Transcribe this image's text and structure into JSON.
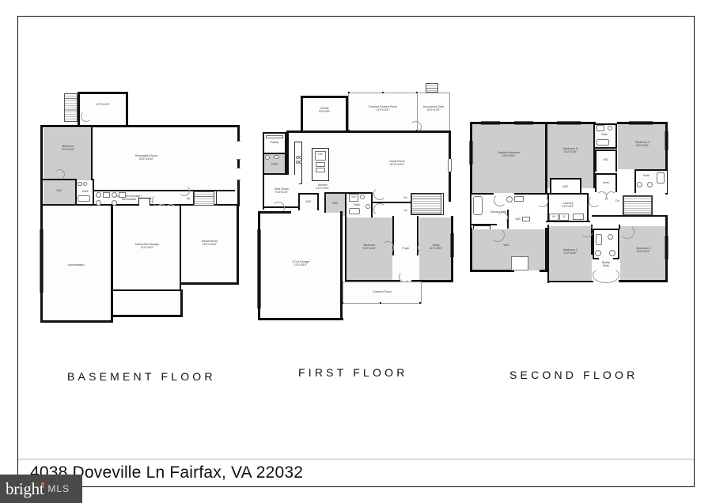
{
  "document": {
    "address": "4038 Doveville Ln Fairfax, VA 22032",
    "watermark": {
      "brand": "bright",
      "suffix": "MLS"
    },
    "type": "floor-plan-sheet"
  },
  "floors": [
    {
      "id": "basement",
      "title": "BASEMENT FLOOR",
      "rooms": [
        {
          "name": "",
          "dim": "12'0\"x10'0\""
        },
        {
          "name": "Bedroom",
          "dim": "12'6\"x15'0\""
        },
        {
          "name": "Recreation Room",
          "dim": "43'5\"x18'10\""
        },
        {
          "name": "WIC",
          "dim": ""
        },
        {
          "name": "Bath",
          "dim": ""
        },
        {
          "name": "Unfinished Storage / Mechanical",
          "dim": ""
        },
        {
          "name": "Up",
          "dim": ""
        },
        {
          "name": "Unexcavated",
          "dim": ""
        },
        {
          "name": "Unfinished Storage",
          "dim": "14'0\"x18'2\""
        },
        {
          "name": "Media Room",
          "dim": "21'0\"x15'10\""
        }
      ]
    },
    {
      "id": "first",
      "title": "FIRST FLOOR",
      "rooms": [
        {
          "name": "Dinette",
          "dim": "13'0\"x9'6\""
        },
        {
          "name": "Covered Screen Porch",
          "dim": "21'6\"x12'0\""
        },
        {
          "name": "Uncovered Deck",
          "dim": "10'0\"x12'0\""
        },
        {
          "name": "Pantry",
          "dim": ""
        },
        {
          "name": "PDR",
          "dim": ""
        },
        {
          "name": "Great Room",
          "dim": "34'10\"x19'4\""
        },
        {
          "name": "Kitchen",
          "dim": "12'2\"x19'4\""
        },
        {
          "name": "Mud Room",
          "dim": "9'10\"x12'6\""
        },
        {
          "name": "WIC",
          "dim": ""
        },
        {
          "name": "WIC",
          "dim": ""
        },
        {
          "name": "Bath",
          "dim": ""
        },
        {
          "name": "Shr",
          "dim": ""
        },
        {
          "name": "Ref",
          "dim": ""
        },
        {
          "name": "Dw",
          "dim": ""
        },
        {
          "name": "Dn",
          "dim": ""
        },
        {
          "name": "Up",
          "dim": ""
        },
        {
          "name": "Bedroom",
          "dim": "14'0\"x16'2\""
        },
        {
          "name": "Foyer",
          "dim": ""
        },
        {
          "name": "Study",
          "dim": "14'0\"x18'2\""
        },
        {
          "name": "3 Car Garage",
          "dim": "21'0\"x31'0\""
        },
        {
          "name": "Covered Porch",
          "dim": ""
        }
      ]
    },
    {
      "id": "second",
      "title": "SECOND FLOOR",
      "rooms": [
        {
          "name": "Owners Bedroom",
          "dim": "22'0\"x19'6\""
        },
        {
          "name": "Bedroom 5",
          "dim": "13'2\"x14'0\""
        },
        {
          "name": "Bedroom 4",
          "dim": "15'0\"x14'0\""
        },
        {
          "name": "Bath",
          "dim": ""
        },
        {
          "name": "Bath",
          "dim": ""
        },
        {
          "name": "WIC",
          "dim": ""
        },
        {
          "name": "WIC",
          "dim": ""
        },
        {
          "name": "WIC",
          "dim": ""
        },
        {
          "name": "Linen",
          "dim": ""
        },
        {
          "name": "Owners Bath",
          "dim": ""
        },
        {
          "name": "Laundry",
          "dim": "13'2\"x6'9\""
        },
        {
          "name": "Shr",
          "dim": ""
        },
        {
          "name": "W",
          "dim": ""
        },
        {
          "name": "D",
          "dim": ""
        },
        {
          "name": "Dn",
          "dim": ""
        },
        {
          "name": "Bedroom 2",
          "dim": "13'2\"x15'0\""
        },
        {
          "name": "Bedroom 3",
          "dim": "13'2\"x18'4\""
        },
        {
          "name": "Buddy Bath",
          "dim": ""
        }
      ]
    }
  ],
  "labels": {
    "basement": {
      "stairTop": "12'0\"x10'0\"",
      "bedroom": "Bedroom",
      "bedroomDim": "12'6\"x15'0\"",
      "rec": "Recreation Room",
      "recDim": "43'5\"x18'10\"",
      "wic": "WIC",
      "bath": "Bath",
      "mech1": "Unfinished Storage /",
      "mech2": "Mechanical",
      "up": "Up",
      "unexc": "Unexcavated",
      "storage": "Unfinished Storage",
      "storageDim": "14'0\"x18'2\"",
      "media": "Media Room",
      "mediaDim": "21'0\"x15'10\""
    },
    "first": {
      "dinette": "Dinette",
      "dinetteDim": "13'0\"x9'6\"",
      "porch": "Covered Screen Porch",
      "porchDim": "21'6\"x12'0\"",
      "deck": "Uncovered Deck",
      "deckDim": "10'0\"x12'0\"",
      "pantry": "Pantry",
      "pdr": "PDR",
      "great": "Great Room",
      "greatDim": "34'10\"x19'4\"",
      "kitchen": "Kitchen",
      "kitchenDim": "12'2\"x19'4\"",
      "mud": "Mud Room",
      "mudDim": "9'10\"x12'6\"",
      "wic1": "WIC",
      "wic2": "WIC",
      "bath": "Bath",
      "shr": "Shr",
      "ref": "Ref",
      "dw": "Dw",
      "dn": "Dn",
      "up": "Up",
      "bedroom": "Bedroom",
      "bedroomDim": "14'0\"x16'2\"",
      "foyer": "Foyer",
      "study": "Study",
      "studyDim": "14'0\"x18'2\"",
      "garage": "3 Car Garage",
      "garageDim": "21'0\"x31'0\"",
      "cporch": "Covered Porch"
    },
    "second": {
      "owners": "Owners Bedroom",
      "ownersDim": "22'0\"x19'6\"",
      "bed5": "Bedroom 5",
      "bed5Dim": "13'2\"x14'0\"",
      "bed4": "Bedroom 4",
      "bed4Dim": "15'0\"x14'0\"",
      "bathTop": "Bath",
      "bathRight": "Bath",
      "wicTop": "WIC",
      "wicMid": "WIC",
      "wicBig": "WIC",
      "wicSmall": "WIC",
      "linen": "Linen",
      "ownersBath": "Owners Bath",
      "laundry": "Laundry",
      "laundryDim": "13'2\"x6'9\"",
      "shr": "Shr",
      "w": "W",
      "d": "D",
      "dn": "Dn",
      "bed2": "Bedroom 2",
      "bed2Dim": "13'2\"x15'0\"",
      "bed3": "Bedroom 3",
      "bed3Dim": "13'2\"x18'4\"",
      "buddy1": "Buddy",
      "buddy2": "Bath"
    }
  },
  "colors": {
    "wall": "#111111",
    "roomFillGray": "#cdcdcd",
    "roomFillWhite": "#fdfdfd",
    "text": "#3a3a3a",
    "accent": "#e8683c"
  }
}
